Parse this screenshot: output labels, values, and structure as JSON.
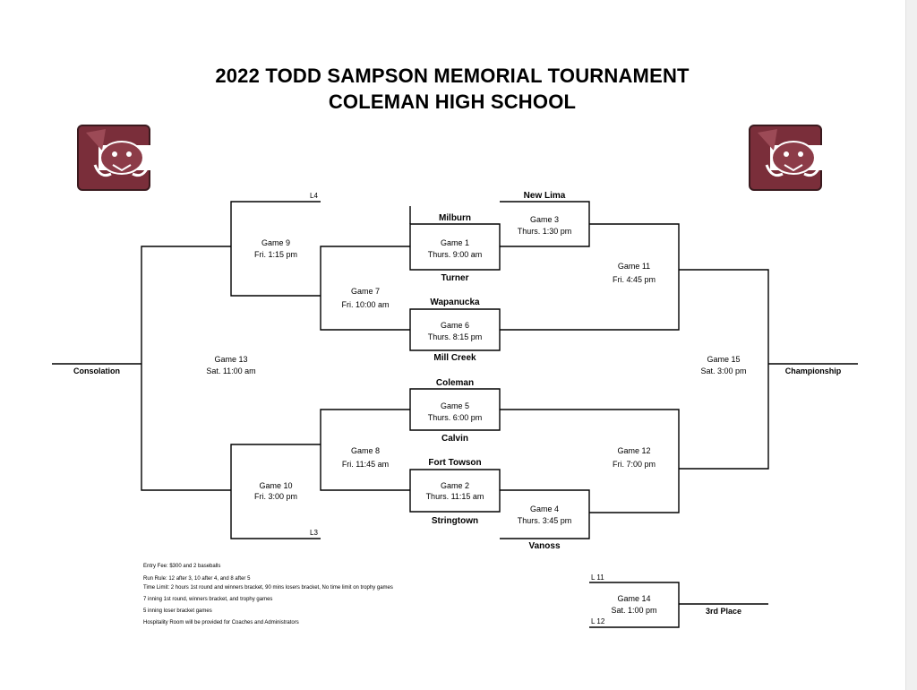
{
  "title": "2022 TODD SAMPSON MEMORIAL TOURNAMENT",
  "subtitle": "COLEMAN HIGH SCHOOL",
  "teams": {
    "new_lima": "New Lima",
    "milburn": "Milburn",
    "turner": "Turner",
    "wapanucka": "Wapanucka",
    "mill_creek": "Mill Creek",
    "coleman": "Coleman",
    "calvin": "Calvin",
    "fort_towson": "Fort Towson",
    "stringtown": "Stringtown",
    "vanoss": "Vanoss"
  },
  "games": {
    "g1": {
      "name": "Game 1",
      "time": "Thurs. 9:00 am"
    },
    "g2": {
      "name": "Game 2",
      "time": "Thurs. 11:15 am"
    },
    "g3": {
      "name": "Game 3",
      "time": "Thurs. 1:30 pm"
    },
    "g4": {
      "name": "Game 4",
      "time": "Thurs. 3:45 pm"
    },
    "g5": {
      "name": "Game 5",
      "time": "Thurs. 6:00 pm"
    },
    "g6": {
      "name": "Game 6",
      "time": "Thurs. 8:15 pm"
    },
    "g7": {
      "name": "Game 7",
      "time": "Fri. 10:00 am"
    },
    "g8": {
      "name": "Game 8",
      "time": "Fri. 11:45 am"
    },
    "g9": {
      "name": "Game 9",
      "time": "Fri. 1:15 pm"
    },
    "g10": {
      "name": "Game 10",
      "time": "Fri. 3:00 pm"
    },
    "g11": {
      "name": "Game 11",
      "time": "Fri. 4:45 pm"
    },
    "g12": {
      "name": "Game 12",
      "time": "Fri. 7:00 pm"
    },
    "g13": {
      "name": "Game 13",
      "time": "Sat. 11:00 am"
    },
    "g14": {
      "name": "Game 14",
      "time": "Sat. 1:00 pm"
    },
    "g15": {
      "name": "Game 15",
      "time": "Sat. 3:00 pm"
    }
  },
  "slots": {
    "l4": "L4",
    "l3": "L3",
    "l11": "L 11",
    "l12": "L 12"
  },
  "results": {
    "consolation": "Consolation",
    "championship": "Championship",
    "third_place": "3rd Place"
  },
  "notes": [
    "Entry Fee: $300 and 2 baseballs",
    "Run Rule: 12 after 3, 10 after 4, and 8 after 5",
    "Time Limit: 2 hours 1st round and winners bracket, 90 mins losers bracket, No time limit on trophy games",
    "7 inning 1st round, winners bracket, and trophy games",
    "5 inning loser bracket games",
    "Hospitality Room will be provided for Coaches and Administrators"
  ],
  "colors": {
    "maroon": "#7a2e3a",
    "line": "#000000"
  },
  "icons": {
    "logo": "coleman-cougar-logo"
  }
}
